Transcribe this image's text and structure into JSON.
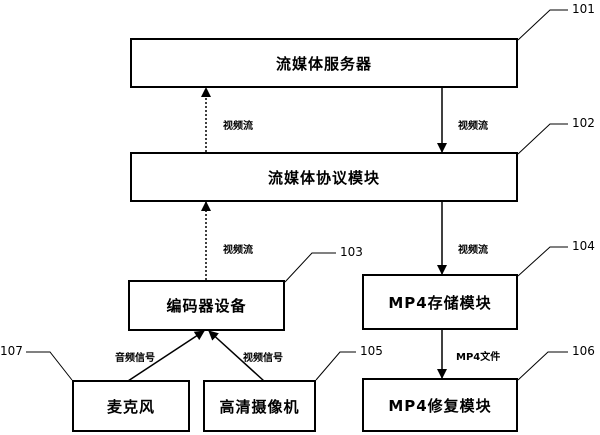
{
  "boxes": {
    "streaming_server": "流媒体服务器",
    "protocol_module": "流媒体协议模块",
    "encoder": "编码器设备",
    "mp4_storage": "MP4存储模块",
    "microphone": "麦克风",
    "hd_camera": "高清摄像机",
    "mp4_repair": "MP4修复模块"
  },
  "labels": {
    "video_stream": "视频流",
    "audio_signal": "音频信号",
    "video_signal": "视频信号",
    "mp4_file": "MP4文件"
  },
  "refs": {
    "r101": "101",
    "r102": "102",
    "r103": "103",
    "r104": "104",
    "r105": "105",
    "r106": "106",
    "r107": "107"
  }
}
